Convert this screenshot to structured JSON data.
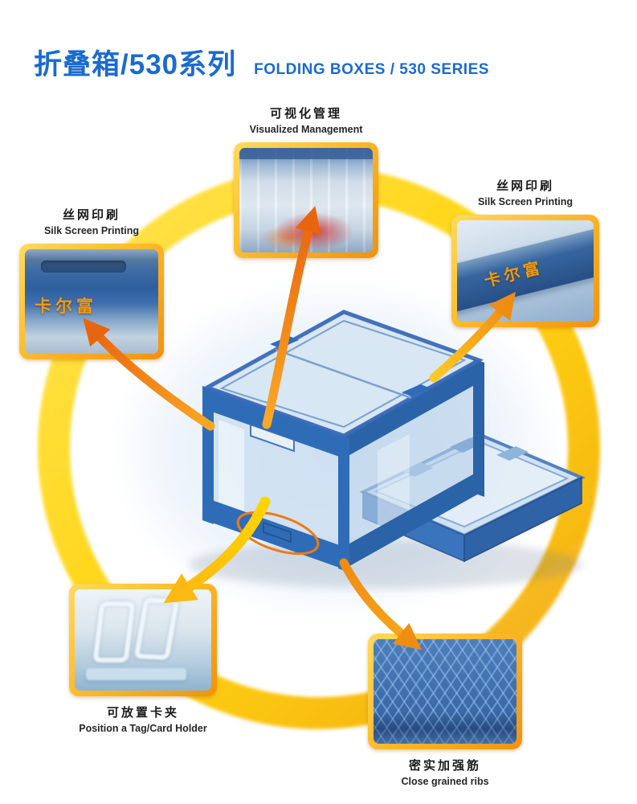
{
  "header": {
    "title_cn": "折叠箱/530系列",
    "title_en": "FOLDING BOXES / 530 SERIES"
  },
  "callouts": [
    {
      "id": "visualized-management",
      "label_cn": "可视化管理",
      "label_en": "Visualized Management"
    },
    {
      "id": "silk-screen-printing-left",
      "label_cn": "丝网印刷",
      "label_en": "Silk Screen Printing"
    },
    {
      "id": "silk-screen-printing-right",
      "label_cn": "丝网印刷",
      "label_en": "Silk Screen Printing"
    },
    {
      "id": "card-holder",
      "label_cn": "可放置卡夹",
      "label_en": "Position a Tag/Card Holder"
    },
    {
      "id": "close-grained-ribs",
      "label_cn": "密实加强筋",
      "label_en": "Close grained ribs"
    }
  ],
  "product": {
    "brand_text": "卡尔富"
  },
  "colors": {
    "title_blue": "#1a6ad1",
    "ring_yellow": "#ffd200",
    "ring_gold": "#f2a50a",
    "arrow_orange": "#e8650f",
    "arrow_yellow": "#fdb913",
    "photo_frame_gold": "#f6a61c",
    "box_blue": "#2f6cb8",
    "brand_orange": "#f59a0c"
  }
}
